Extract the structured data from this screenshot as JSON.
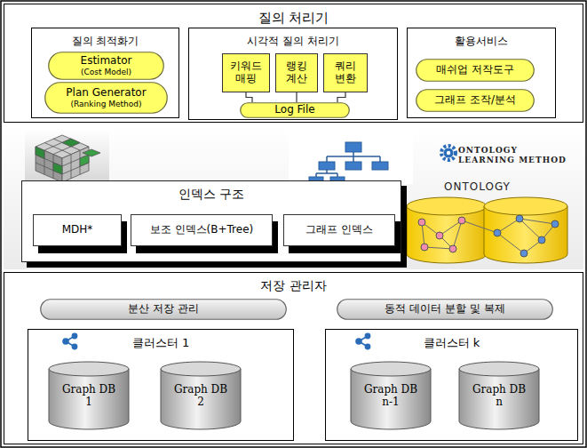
{
  "diagram": {
    "nodes": [
      {
        "text": [
          "질의 처리기"
        ]
      },
      {
        "text": [
          "질의 최적화기"
        ],
        "in": 0
      },
      {
        "text": [
          "Estimator",
          "(Cost Model)"
        ],
        "in": 1
      },
      {
        "text": [
          "Plan Generator",
          "(Ranking Method)"
        ],
        "in": 1
      },
      {
        "text": [
          "시각적 질의 처리기"
        ],
        "in": 0
      },
      {
        "text": [
          "키워드 매핑"
        ],
        "in": 4
      },
      {
        "text": [
          "랭킹 계산"
        ],
        "in": 4
      },
      {
        "text": [
          "쿼리 변환"
        ],
        "in": 4
      },
      {
        "text": [
          "Log File"
        ],
        "in": 4
      },
      {
        "text": [
          "활용서비스"
        ],
        "in": 0
      },
      {
        "text": [
          "매쉬업 저작도구"
        ],
        "in": 9
      },
      {
        "text": [
          "그래프 조작/분석"
        ],
        "in": 9
      },
      {
        "text": [
          "인덱스 구조"
        ]
      },
      {
        "text": [
          "MDH*"
        ],
        "in": 12
      },
      {
        "text": [
          "보조 인덱스(B+Tree)"
        ],
        "in": 12
      },
      {
        "text": [
          "그래프 인덱스"
        ],
        "in": 12
      },
      {
        "text": [
          "저장 관리자"
        ]
      },
      {
        "text": [
          "분산 저장 관리"
        ],
        "in": 16
      },
      {
        "text": [
          "동적 데이터 분할 및 복제"
        ],
        "in": 16
      },
      {
        "text": [
          "클러스터 1"
        ],
        "in": 16
      },
      {
        "text": [
          "Graph DB 1"
        ],
        "in": 19
      },
      {
        "text": [
          "Graph DB 2"
        ],
        "in": 19
      },
      {
        "text": [
          "클러스터 k"
        ],
        "in": 16
      },
      {
        "text": [
          "Graph DB n-1"
        ],
        "in": 22
      },
      {
        "text": [
          "Graph DB n"
        ],
        "in": 22
      }
    ],
    "edges": [
      {
        "from": 5,
        "to": 8,
        "arrow": "none"
      },
      {
        "from": 6,
        "to": 8,
        "arrow": "none"
      },
      {
        "from": 7,
        "to": 8,
        "arrow": "none"
      }
    ],
    "labels": [
      "ONTOLOGY LEARNING METHOD",
      "ONTOLOGY"
    ]
  }
}
